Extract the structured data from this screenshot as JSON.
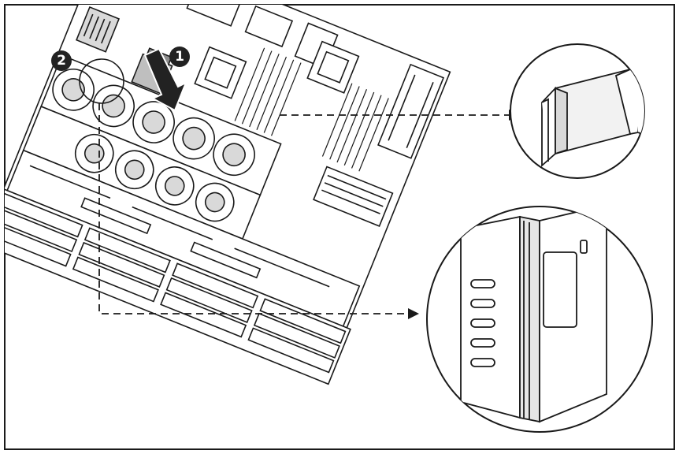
{
  "diagram": {
    "callouts": [
      {
        "id": "1",
        "label": "1"
      },
      {
        "id": "2",
        "label": "2"
      }
    ],
    "colors": {
      "line": "#1a1a1a",
      "fill_light": "#ffffff",
      "fill_shade": "#d9d9d9",
      "fill_dark": "#8c8c8c",
      "badge": "#222222"
    },
    "icons": [
      "server-chassis-drawing",
      "arrow-down-icon",
      "zoom-callout-top",
      "zoom-callout-bottom"
    ]
  }
}
